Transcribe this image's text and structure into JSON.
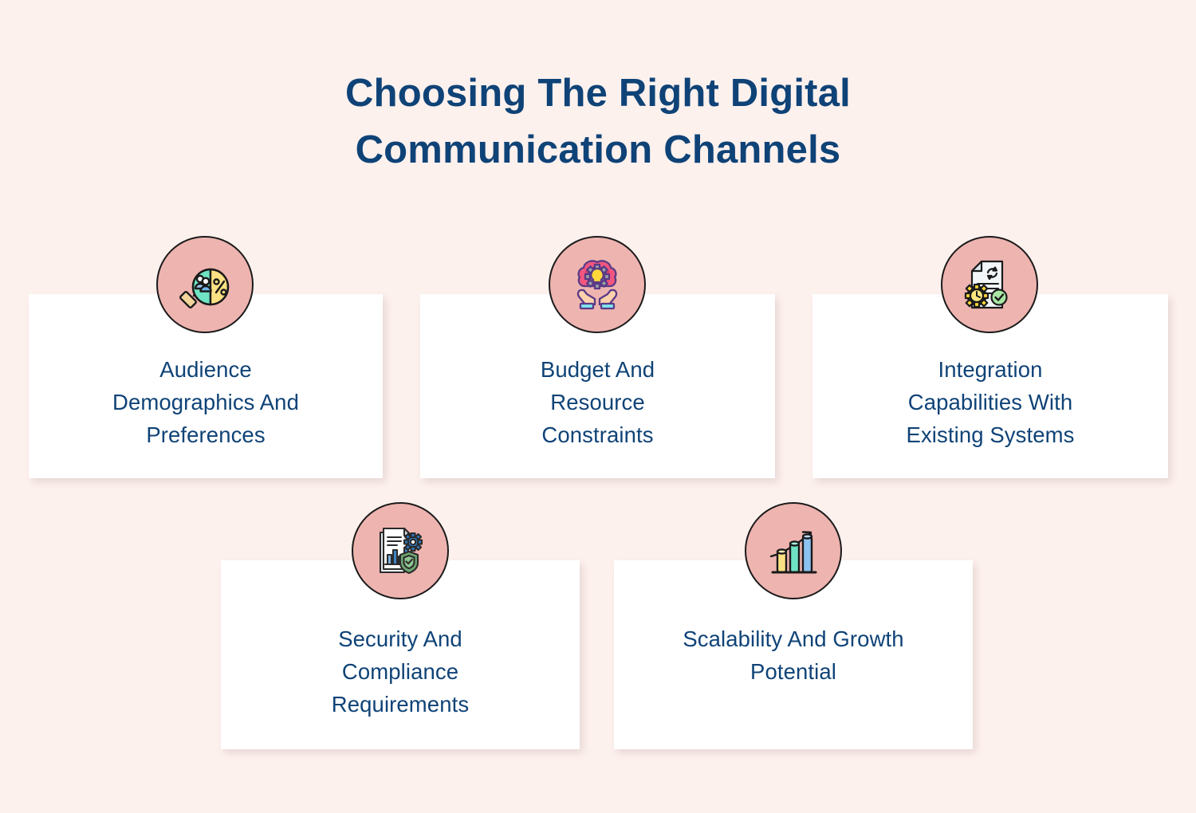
{
  "page": {
    "background_color": "#fdf1ee",
    "accent_navy": "#0f4377",
    "circle_fill": "#eeb4b0",
    "card_background": "#ffffff"
  },
  "title": {
    "line1": "Choosing The Right Digital",
    "line2": "Communication Channels",
    "full": "Choosing The Right Digital Communication Channels"
  },
  "cards": [
    {
      "id": "audience-demographics",
      "icon_name": "magnifier-pie-chart-people-icon",
      "label_line1": "Audience",
      "label_line2": "Demographics And",
      "label_line3": "Preferences",
      "label": "Audience Demographics And Preferences"
    },
    {
      "id": "budget-resource",
      "icon_name": "hands-holding-brain-lightbulb-gear-icon",
      "label_line1": "Budget And",
      "label_line2": "Resource",
      "label_line3": "Constraints",
      "label": "Budget And Resource Constraints"
    },
    {
      "id": "integration-capabilities",
      "icon_name": "document-sync-gear-clock-check-icon",
      "label_line1": "Integration",
      "label_line2": "Capabilities With",
      "label_line3": "Existing Systems",
      "label": "Integration Capabilities With Existing Systems"
    },
    {
      "id": "security-compliance",
      "icon_name": "document-barchart-gear-shield-check-icon",
      "label_line1": "Security And",
      "label_line2": "Compliance",
      "label_line3": "Requirements",
      "label": "Security And Compliance Requirements"
    },
    {
      "id": "scalability-growth",
      "icon_name": "growth-bar-chart-arrow-icon",
      "label_line1": "Scalability And Growth",
      "label_line2": "Potential",
      "label_line3": "",
      "label": "Scalability And Growth Potential"
    }
  ]
}
